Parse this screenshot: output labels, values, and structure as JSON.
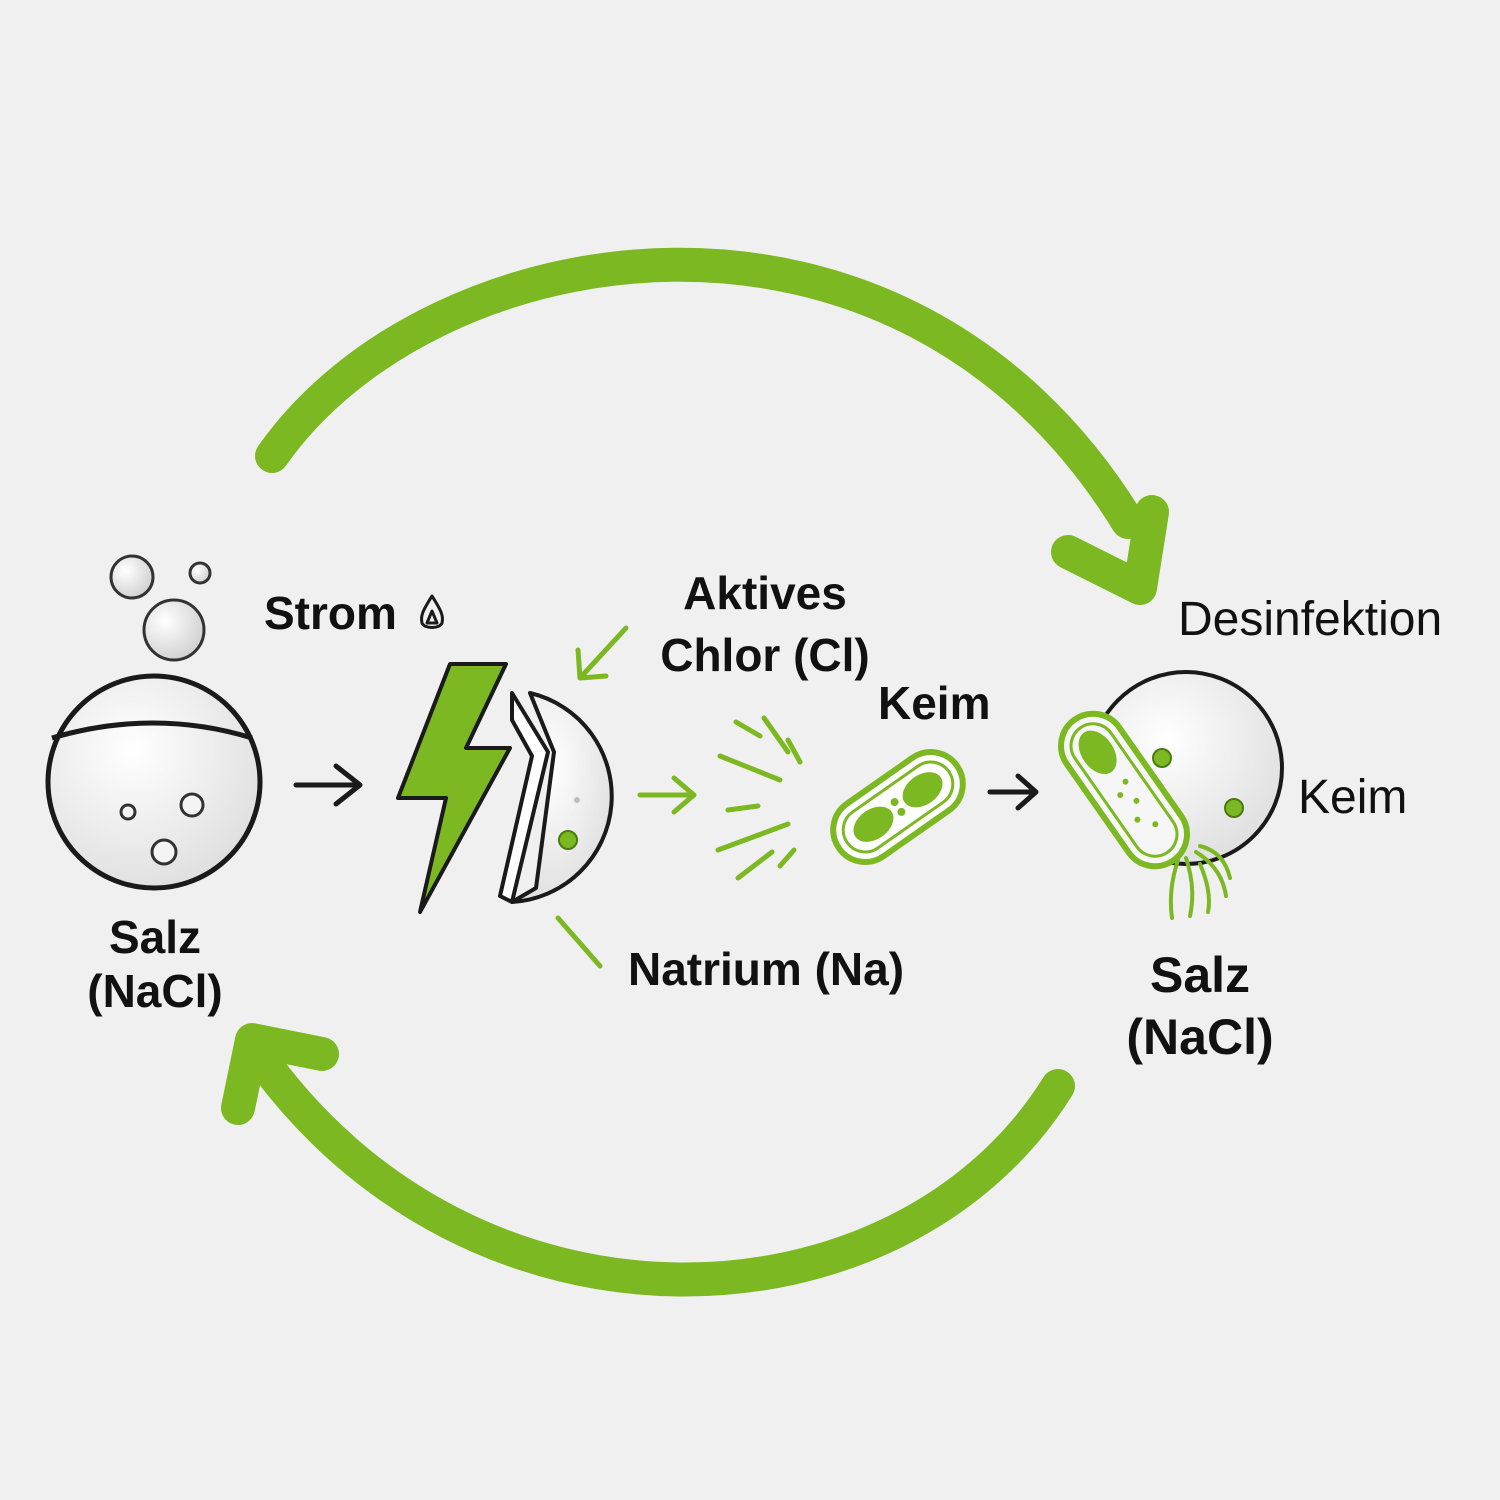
{
  "labels": {
    "salt_left_line1": "Salz",
    "salt_left_line2": "(NaCl)",
    "strom": "Strom",
    "active_chlorine_line1": "Aktives",
    "active_chlorine_line2": "Chlor (Cl)",
    "sodium": "Natrium (Na)",
    "keim_top": "Keim",
    "desinfektion": "Desinfektion",
    "keim_right": "Keim",
    "salt_right_line1": "Salz",
    "salt_right_line2": "(NaCl)"
  },
  "colors": {
    "accent_green": "#7cb821",
    "dark_green": "#4a7a10",
    "outline": "#1a1a1a",
    "sphere_fill": "#ececec",
    "background": "#f0f0f0"
  },
  "icons": [
    "salt-flask-icon",
    "bubbles-icon",
    "lightning-icon",
    "electrode-icon",
    "burst-icon",
    "bacterium-icon",
    "disinfected-sphere-icon",
    "cycle-arrow-top",
    "cycle-arrow-bottom"
  ]
}
